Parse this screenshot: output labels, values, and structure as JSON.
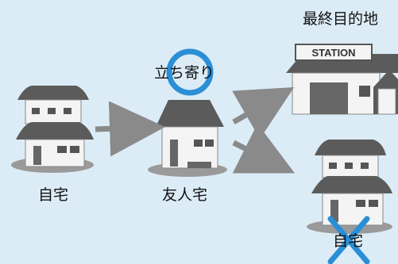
{
  "labels": {
    "home": "自宅",
    "friend_house": "友人宅",
    "stopover": "立ち寄り",
    "final_destination": "最終目的地",
    "station_sign": "STATION",
    "home_crossed": "自宅"
  },
  "colors": {
    "background": "#dcecf7",
    "roof": "#5b5b5b",
    "wall": "#f4f4f4",
    "arrow": "#8a8a8a",
    "circle": "#2a8fd6",
    "cross": "#2a8fd6"
  }
}
